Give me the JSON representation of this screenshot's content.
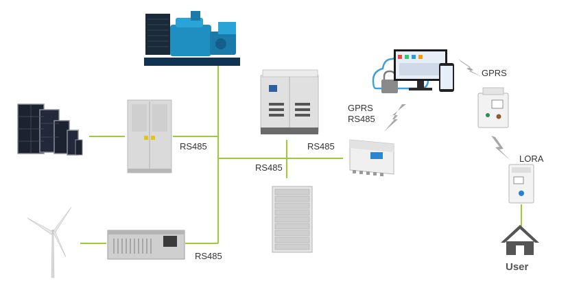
{
  "labels": {
    "rs485_left": "RS485",
    "rs485_center": "RS485",
    "rs485_right": "RS485",
    "rs485_bottom": "RS485",
    "gprs_rs485_line1": "GPRS",
    "gprs_rs485_line2": "RS485",
    "gprs_top": "GPRS",
    "lora": "LORA",
    "user": "User"
  },
  "colors": {
    "link_line": "#9acd32",
    "wireless_bolt": "#a8a8a8",
    "generator": "#1e8fc0",
    "cabinet": "#dadada",
    "cloud": "#3b9fe0",
    "house": "#555555"
  },
  "icons": {
    "generator": "diesel-generator-icon",
    "solar": "solar-panel-icon",
    "wind": "wind-turbine-icon",
    "pv_inverter": "pv-inverter-cabinet-icon",
    "pcs": "power-conversion-cabinet-icon",
    "wind_converter": "wind-converter-rack-icon",
    "battery": "battery-rack-icon",
    "collector": "data-collector-icon",
    "gateway": "gprs-gateway-icon",
    "meter": "lora-meter-icon",
    "cloud": "cloud-lock-icon",
    "monitor": "monitoring-screens-icon",
    "house": "house-icon"
  }
}
